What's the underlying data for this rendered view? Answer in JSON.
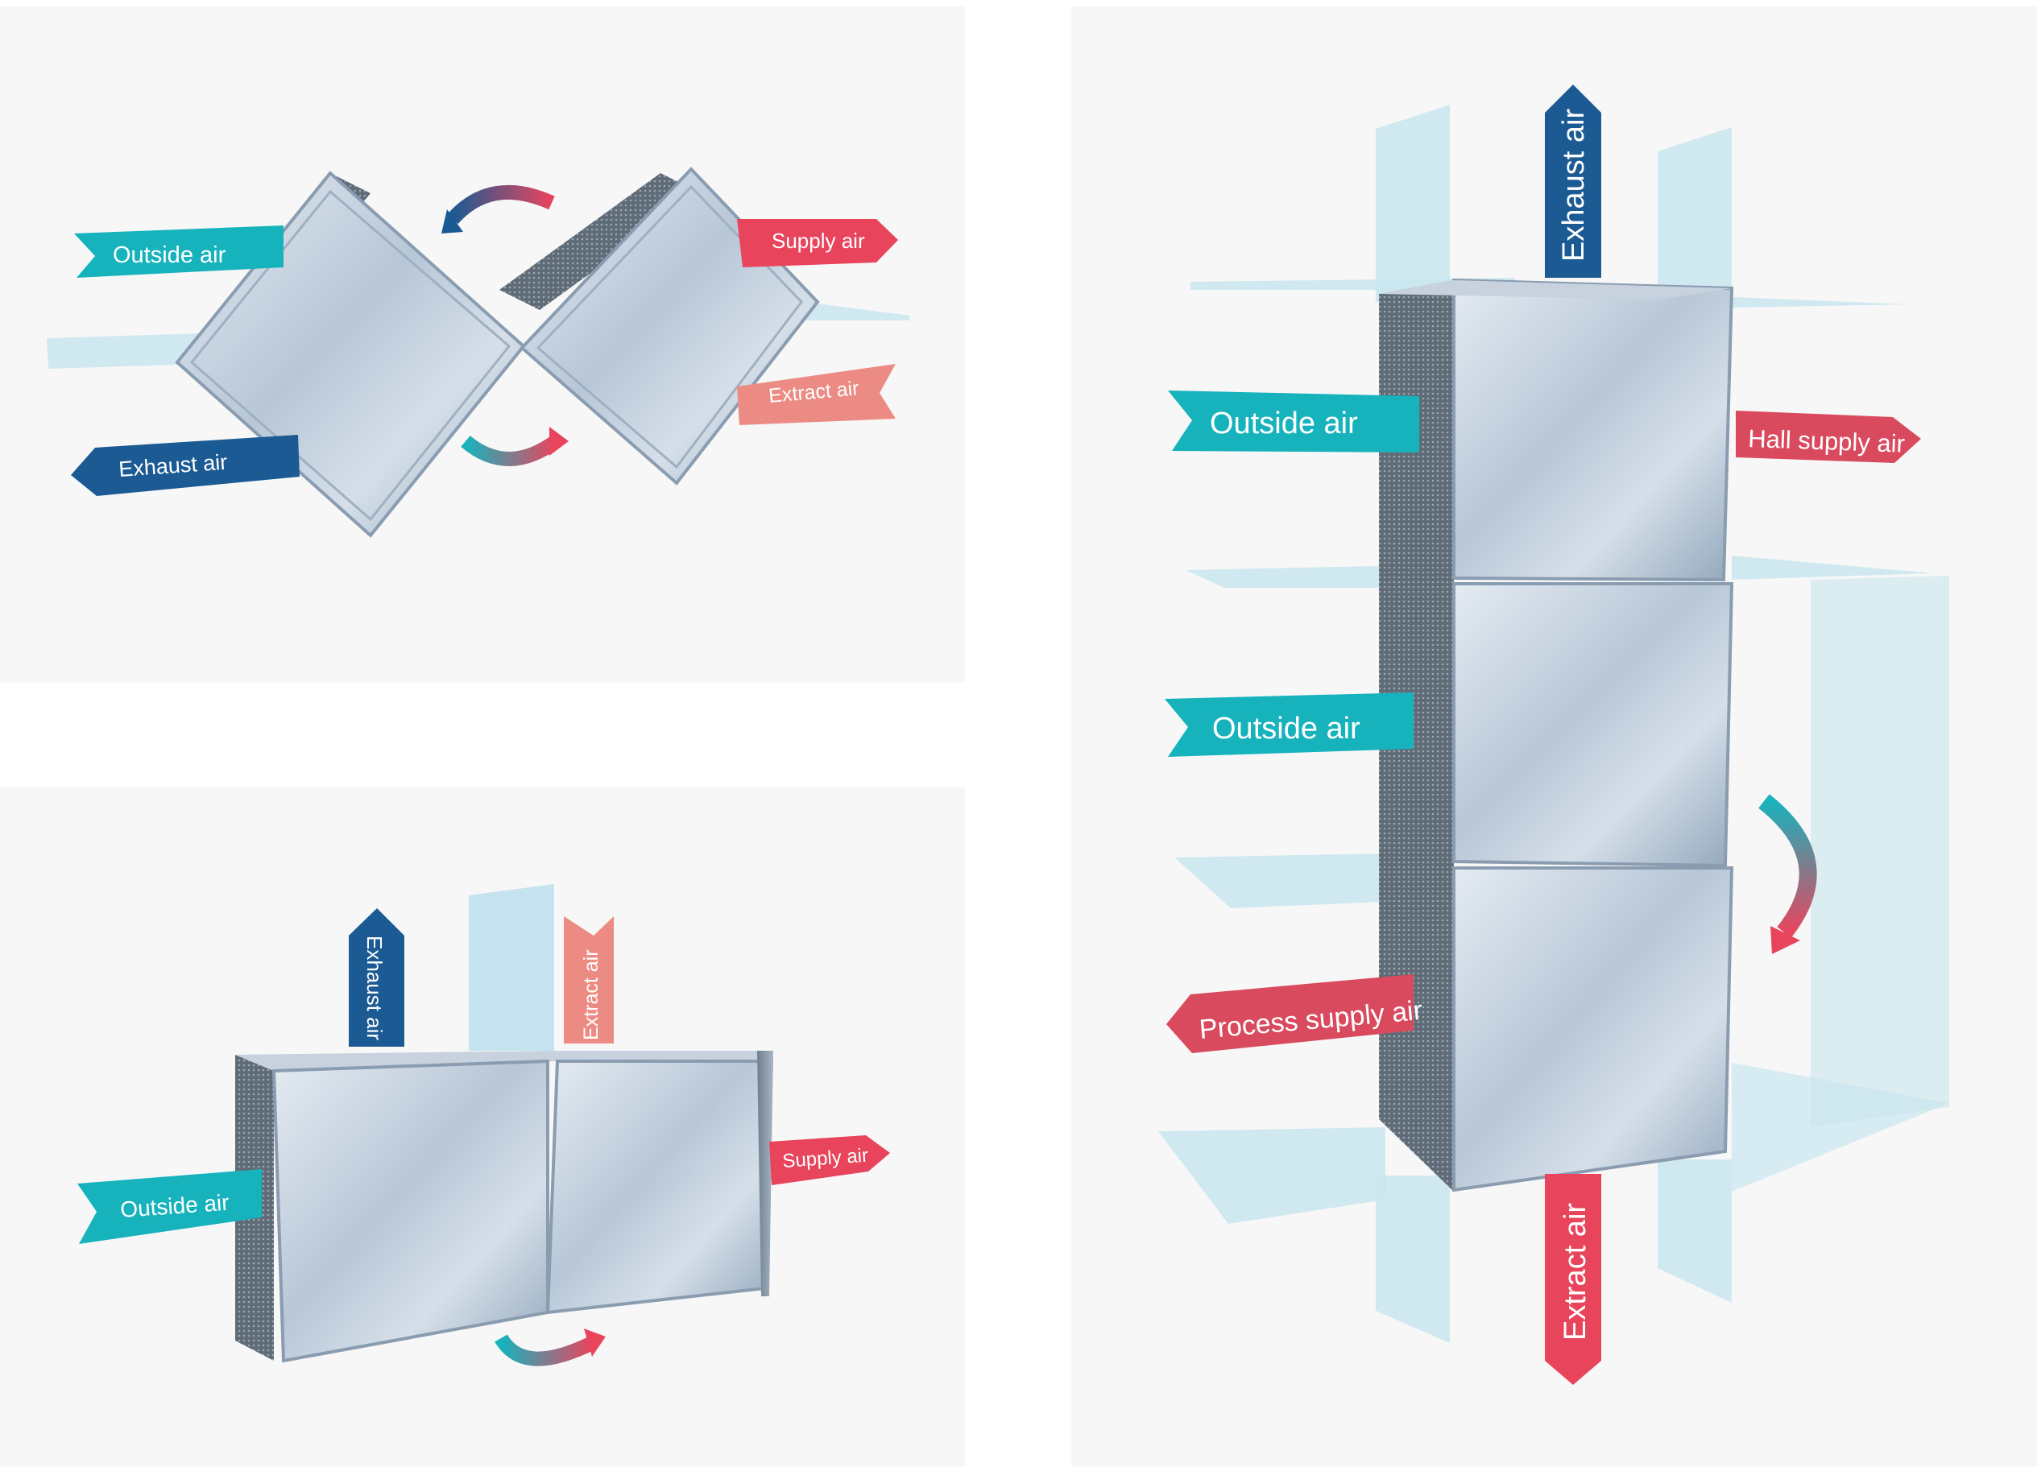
{
  "colors": {
    "outside_air": "#17b3bd",
    "exhaust_air": "#1b5a93",
    "supply_air": "#e8455d",
    "extract_air": "#ec8b83",
    "process_supply_air": "#d94a5f",
    "hall_supply_air": "#d94a5f",
    "duct_glass": "#bfe0ec",
    "panel_background": "#f7f7f7",
    "metal_light": "#dbe4ee",
    "metal_dark": "#8ea3b9"
  },
  "panels": {
    "top_left": {
      "outside_air": "Outside air",
      "exhaust_air": "Exhaust air",
      "supply_air": "Supply air",
      "extract_air": "Extract air"
    },
    "bottom_left": {
      "outside_air": "Outside air",
      "exhaust_air": "Exhaust air",
      "extract_air": "Extract air",
      "supply_air": "Supply air"
    },
    "right": {
      "exhaust_air": "Exhaust air",
      "outside_air_top": "Outside air",
      "hall_supply_air": "Hall supply air",
      "outside_air_middle": "Outside air",
      "process_supply_air": "Process supply air",
      "extract_air": "Extract air"
    }
  }
}
